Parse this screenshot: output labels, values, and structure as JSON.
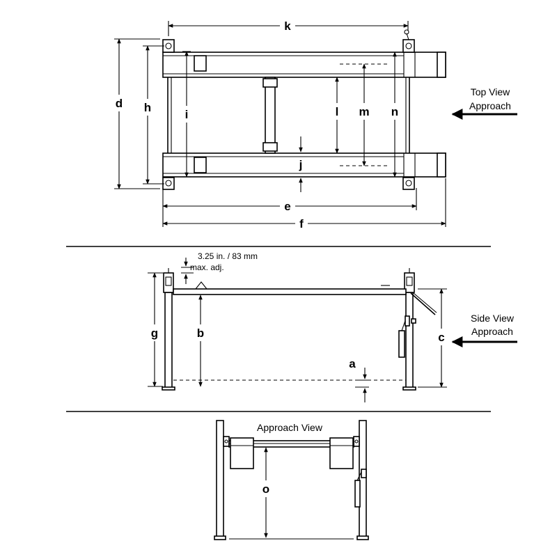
{
  "views": {
    "top": {
      "caption_line1": "Top View",
      "caption_line2": "Approach"
    },
    "side": {
      "caption_line1": "Side View",
      "caption_line2": "Approach",
      "adjust_note_line1": "3.25 in. / 83 mm",
      "adjust_note_line2": "max. adj."
    },
    "approach": {
      "caption": "Approach  View"
    }
  },
  "dimension_labels": {
    "a": "a",
    "b": "b",
    "c": "c",
    "d": "d",
    "e": "e",
    "f": "f",
    "g": "g",
    "h": "h",
    "i": "i",
    "j": "j",
    "k": "k",
    "l": "l",
    "m": "m",
    "n": "n",
    "o": "o"
  }
}
